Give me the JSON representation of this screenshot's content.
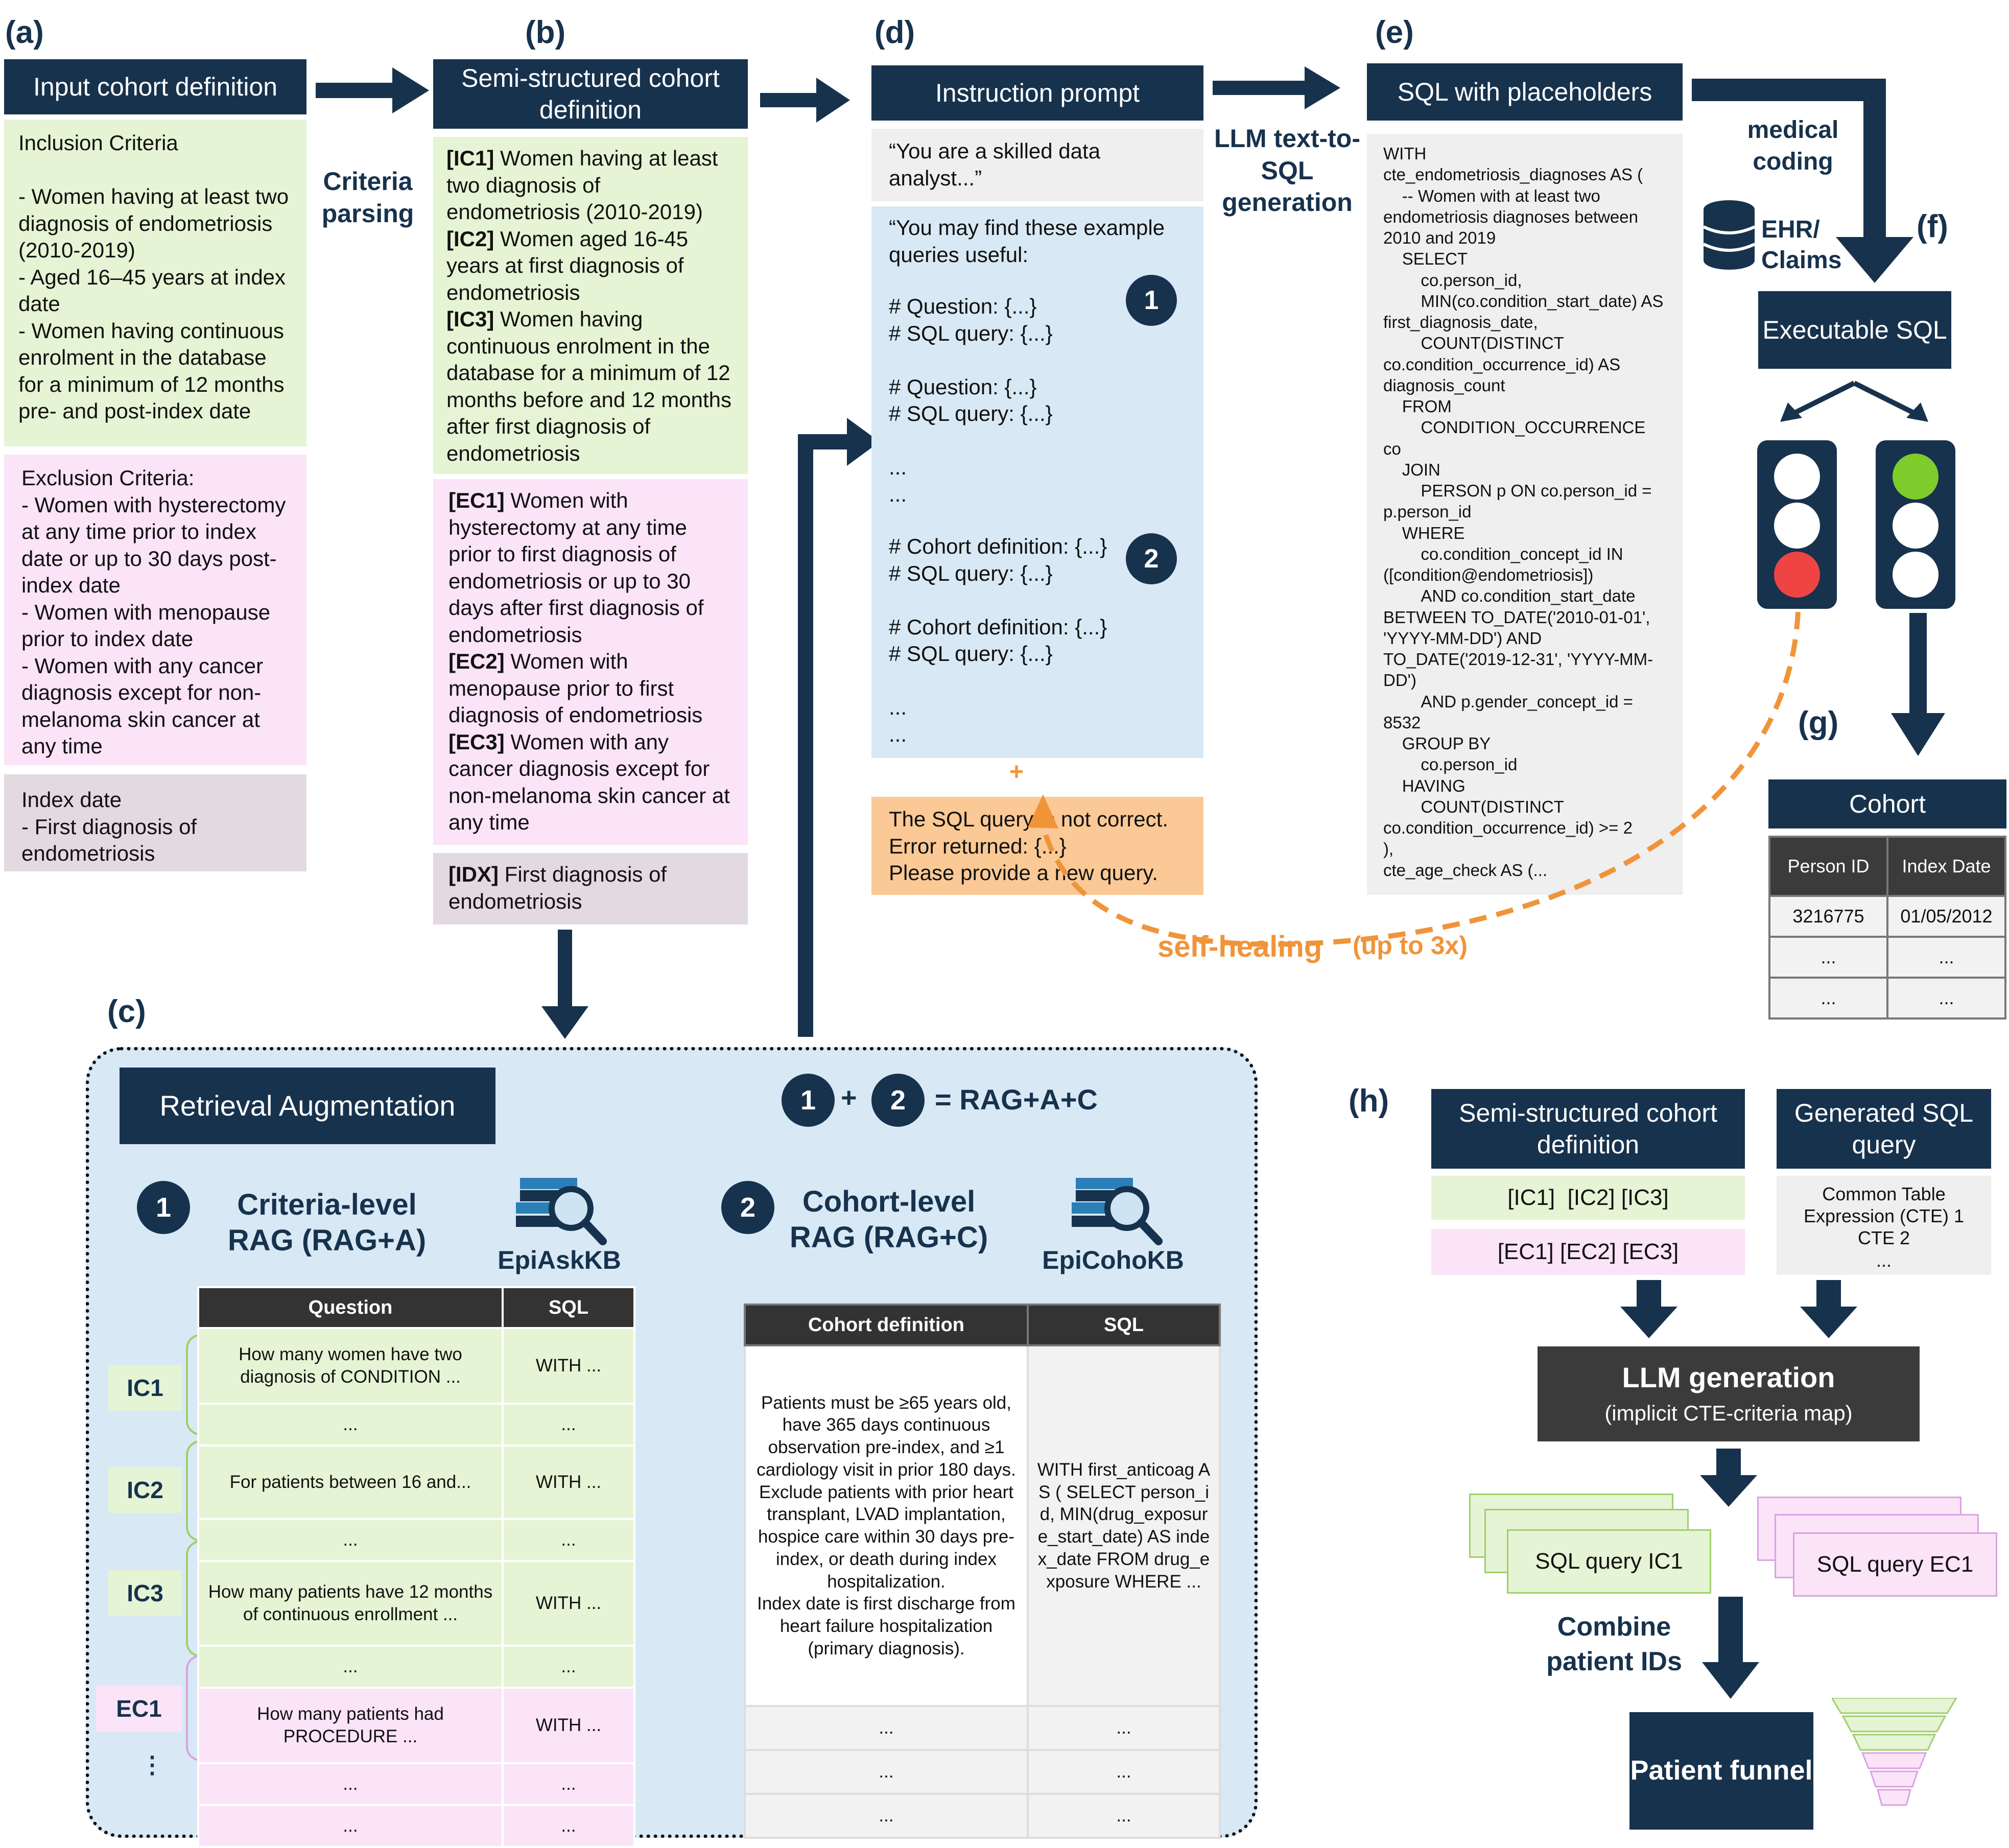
{
  "panels": {
    "a": "(a)",
    "b": "(b)",
    "c": "(c)",
    "d": "(d)",
    "e": "(e)",
    "f": "(f)",
    "g": "(g)",
    "h": "(h)"
  },
  "a": {
    "title": "Input cohort definition",
    "inclusion": "Inclusion Criteria\n\n- Women having at least two diagnosis of endometriosis (2010-2019)\n- Aged 16–45 years at index date\n- Women having continuous enrolment in the database for a minimum of 12 months pre- and post-index date",
    "exclusion": "Exclusion Criteria:\n- Women with hysterectomy at any time prior to index date or up to 30 days post-index date\n- Women with menopause prior to index date\n- Women with any cancer diagnosis except for non-melanoma skin cancer at any time",
    "index": "Index date\n- First diagnosis of endometriosis"
  },
  "arrow_labels": {
    "criteria_parsing": "Criteria parsing",
    "llm": "LLM text-to-SQL generation",
    "medical_coding": "medical coding",
    "self_healing": "self-healing",
    "up_to": "(up to 3x)",
    "plus": "+"
  },
  "b": {
    "title": "Semi-structured cohort definition",
    "ic": [
      {
        "tag": "[IC1]",
        "text": " Women having at least two diagnosis of endometriosis (2010-2019)"
      },
      {
        "tag": "[IC2]",
        "text": " Women aged 16-45 years at first diagnosis of endometriosis"
      },
      {
        "tag": "[IC3]",
        "text": " Women having continuous enrolment in the database for a minimum of 12 months before and 12 months after first diagnosis of endometriosis"
      }
    ],
    "ec": [
      {
        "tag": "[EC1]",
        "text": " Women with hysterectomy at any time prior to first diagnosis of endometriosis or up to 30 days after first diagnosis of endometriosis"
      },
      {
        "tag": "[EC2]",
        "text": " Women with menopause prior to first diagnosis of endometriosis"
      },
      {
        "tag": "[EC3]",
        "text": " Women with any cancer diagnosis except for non-melanoma skin cancer at any time"
      }
    ],
    "idx": {
      "tag": "[IDX]",
      "text": " First diagnosis of endometriosis"
    }
  },
  "d": {
    "title": "Instruction prompt",
    "intro": "“You are a skilled data analyst...”",
    "examples_intro": "“You may find these example queries useful:",
    "block1": "# Question: {...}\n# SQL query: {...}\n\n# Question: {...}\n# SQL query: {...}\n\n...\n...",
    "block2": "# Cohort definition: {...}\n# SQL query: {...}\n\n# Cohort definition: {...}\n# SQL query: {...}\n\n...\n...",
    "error": "The SQL query is not correct.\nError returned: {...}\nPlease provide a new query.",
    "n1": "1",
    "n2": "2"
  },
  "e": {
    "title": "SQL with placeholders",
    "sql": "WITH\ncte_endometriosis_diagnoses AS (\n    -- Women with at least two endometriosis diagnoses between 2010 and 2019\n    SELECT\n        co.person_id,\n        MIN(co.condition_start_date) AS first_diagnosis_date,\n        COUNT(DISTINCT co.condition_occurrence_id) AS diagnosis_count\n    FROM\n        CONDITION_OCCURRENCE co\n    JOIN\n        PERSON p ON co.person_id = p.person_id\n    WHERE\n        co.condition_concept_id IN ([condition@endometriosis])\n        AND co.condition_start_date BETWEEN TO_DATE('2010-01-01', 'YYYY-MM-DD') AND TO_DATE('2019-12-31', 'YYYY-MM-DD')\n        AND p.gender_concept_id = 8532\n    GROUP BY\n        co.person_id\n    HAVING\n        COUNT(DISTINCT co.condition_occurrence_id) >= 2\n),\ncte_age_check AS (..."
  },
  "f": {
    "ehr": "EHR/ Claims",
    "executable": "Executable SQL",
    "light_colors": {
      "red": "#ee4444",
      "green": "#7ecb2c",
      "off": "#ffffff",
      "body": "#17324d"
    }
  },
  "g": {
    "title": "Cohort",
    "headers": [
      "Person ID",
      "Index Date"
    ],
    "rows": [
      [
        "3216775",
        "01/05/2012"
      ],
      [
        "...",
        "..."
      ],
      [
        "...",
        "..."
      ]
    ]
  },
  "c": {
    "title": "Retrieval Augmentation",
    "formula": {
      "n1": "1",
      "plus": "+",
      "n2": "2",
      "rest": "= RAG+A+C"
    },
    "crit_rag": {
      "num": "1",
      "title": "Criteria-level RAG (RAG+A)",
      "kb": "EpiAskKB"
    },
    "coh_rag": {
      "num": "2",
      "title": "Cohort-level RAG (RAG+C)",
      "kb": "EpiCohoKB"
    },
    "q_headers": [
      "Question",
      "SQL"
    ],
    "q_rows": [
      {
        "q": "How many women have two diagnosis of CONDITION ...",
        "s": "WITH ..."
      },
      {
        "q": "...",
        "s": "..."
      },
      {
        "q": "For patients between 16 and...",
        "s": "WITH ..."
      },
      {
        "q": "...",
        "s": "..."
      },
      {
        "q": "How many patients have 12 months of continuous enrollment ...",
        "s": "WITH ..."
      },
      {
        "q": "...",
        "s": "..."
      },
      {
        "q": "How many patients had PROCEDURE ...",
        "s": "WITH ..."
      },
      {
        "q": "...",
        "s": "..."
      },
      {
        "q": "...",
        "s": "..."
      }
    ],
    "crit_labels": [
      "IC1",
      "IC2",
      "IC3",
      "EC1",
      "⋮"
    ],
    "c_headers": [
      "Cohort definition",
      "SQL"
    ],
    "c_def": "Patients must be ≥65 years old, have 365 days continuous observation pre-index, and ≥1 cardiology visit in prior 180 days. Exclude patients with prior heart transplant, LVAD implantation, hospice care within 30 days pre-index, or death during index hospitalization.\nIndex date is first discharge from heart failure hospitalization (primary diagnosis).",
    "c_sql": "WITH first_anticoag AS ( SELECT person_id, MIN(drug_exposure_start_date) AS index_date FROM drug_exposure WHERE ...",
    "c_rows": [
      [
        "...",
        "..."
      ],
      [
        "...",
        "..."
      ],
      [
        "...",
        "..."
      ]
    ]
  },
  "h": {
    "semi": "Semi-structured cohort definition",
    "gen": "Generated SQL query",
    "ic_row": "[IC1]  [IC2] [IC3]",
    "ec_row": "[EC1] [EC2] [EC3]",
    "cte": "Common Table Expression (CTE) 1\nCTE 2\n...",
    "llm": "LLM generation",
    "llm_sub": "(implicit CTE-criteria map)",
    "sql_ic": "SQL query IC1",
    "sql_ec": "SQL query EC1",
    "combine": "Combine patient IDs",
    "funnel": "Patient funnel"
  }
}
